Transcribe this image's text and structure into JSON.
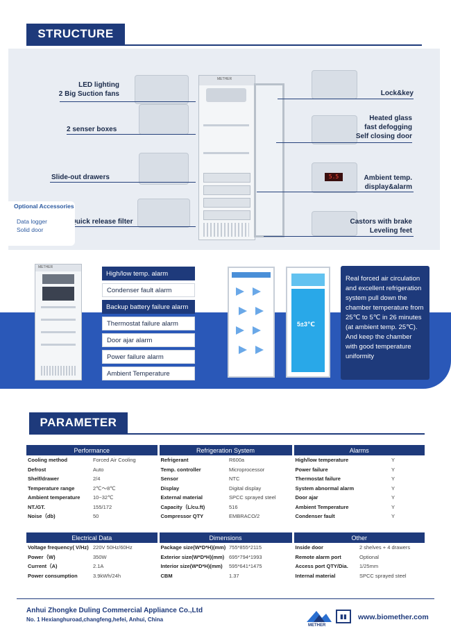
{
  "structure": {
    "title": "STRUCTURE",
    "labels": {
      "led_lighting": "LED lighting",
      "suction_fans": "2 Big Suction fans",
      "sensor_boxes": "2 senser boxes",
      "drawers": "Slide-out drawers",
      "filter": "Quick release filter",
      "lock": "Lock&key",
      "heated_glass": "Heated glass",
      "defogging": "fast defogging",
      "self_closing": "Self closing door",
      "ambient_temp": "Ambient temp.",
      "display_alarm": "display&alarm",
      "castors": "Castors with brake",
      "leveling": "Leveling feet"
    },
    "optional": {
      "title": "Optional Accessories",
      "items": [
        "Data logger",
        "Solid door"
      ]
    },
    "display_reading": "5.5",
    "brand_mark": "METHER"
  },
  "alarms": {
    "items": [
      "High/low temp. alarm",
      "Condenser fault alarm",
      "Backup battery failure alarm",
      "Thermostat failure alarm",
      "Door ajar alarm",
      "Power failure alarm",
      "Ambient Temperature"
    ]
  },
  "cooling": {
    "temp_label": "5±3℃",
    "description": "Real forced air circulation and excellent refrigeration system pull down the chamber temperature from 25℃ to 5℃ in 26 minutes (at ambient temp. 25℃). And keep the chamber with good temperature uniformity"
  },
  "parameter": {
    "title": "PARAMETER",
    "table1": {
      "headers": [
        "Performance",
        "Refrigeration System",
        "Alarms"
      ],
      "rows": [
        [
          "Cooling method",
          "Forced Air Cooling",
          "Refrigerant",
          "R600a",
          "High/low temperature",
          "Y"
        ],
        [
          "Defrost",
          "Auto",
          "Temp. controller",
          "Microprocessor",
          "Power failure",
          "Y"
        ],
        [
          "Shelf/drawer",
          "2/4",
          "Sensor",
          "NTC",
          "Thermostat failure",
          "Y"
        ],
        [
          "Temperature range",
          "2℃～8℃",
          "Display",
          "Digital display",
          "System abnormal alarm",
          "Y"
        ],
        [
          "Ambient temperature",
          "10~32℃",
          "External material",
          "SPCC sprayed steel",
          "Door ajar",
          "Y"
        ],
        [
          "NT./GT.",
          "155/172",
          "Capacity（L/cu.ft)",
          "516",
          "Ambient Temperature",
          "Y"
        ],
        [
          "Noise（db)",
          "50",
          "Compressor QTY",
          "EMBRACO/2",
          "Condenser fault",
          "Y"
        ]
      ]
    },
    "table2": {
      "headers": [
        "Electrical Data",
        "Dimensions",
        "Other"
      ],
      "rows": [
        [
          "Voltage frequency( V/Hz)",
          "220V 50Hz/60Hz",
          "Package size(W*D*H)(mm)",
          "755*855*2115",
          "Inside door",
          "2 shelves + 4 drawers"
        ],
        [
          "Power（W)",
          "350W",
          "Exterior size(W*D*H)(mm)",
          "695*794*1993",
          "Remote alarm port",
          "Optional"
        ],
        [
          "Current（A)",
          "2.1A",
          "Interior size(W*D*H)(mm)",
          "595*641*1475",
          "Access port QTY/Dia.",
          "1/25mm"
        ],
        [
          "Power consumption",
          "3.9kWh/24h",
          "CBM",
          "1.37",
          "Internal material",
          "SPCC sprayed steel"
        ]
      ]
    }
  },
  "footer": {
    "company": "Anhui Zhongke Duling Commercial Appliance Co.,Ltd",
    "address": "No. 1 Hexianghuroad,changfeng,hefei, Anhui, China",
    "logo_text": "METHER",
    "website": "www.biomether.com"
  },
  "colors": {
    "navy": "#1e3a7b",
    "blue": "#2a58b8",
    "panel": "#e9edf3"
  }
}
